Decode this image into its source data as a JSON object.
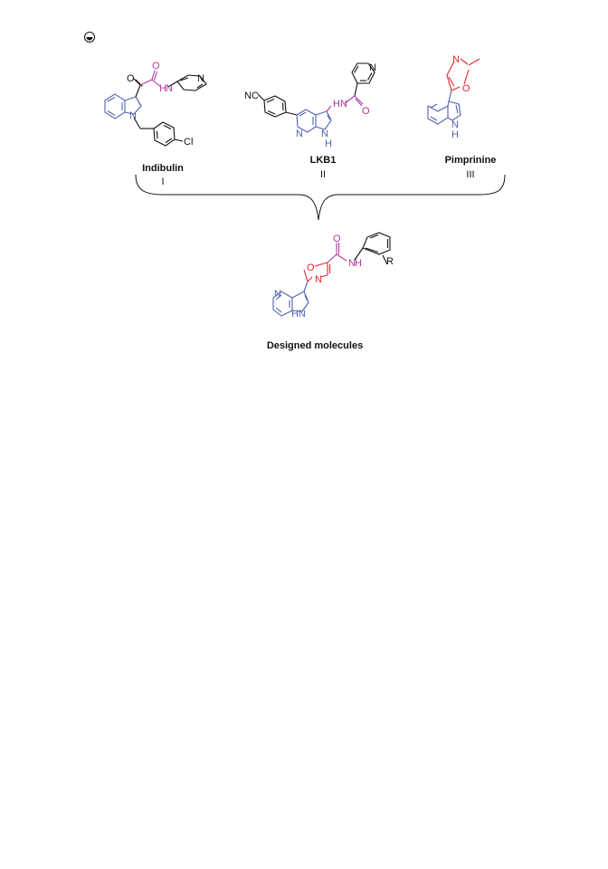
{
  "colors": {
    "indole_blue": "#4f61ad",
    "amide_magenta": "#b0389d",
    "oxazole_red": "#e0242c",
    "black": "#111111"
  },
  "icon": "copyright-like-circle-icon",
  "compounds": [
    {
      "name": "Indibulin",
      "number": "I",
      "atoms": {
        "O_ketone": "O",
        "O_amide": "O",
        "NH": "H",
        "N_amide": "N",
        "N_pyridine": "N",
        "N_indole": "N",
        "Cl": "Cl"
      }
    },
    {
      "name": "LKB1",
      "number": "II",
      "atoms": {
        "N_pyridine": "N",
        "NH": "HN",
        "O_amide": "O",
        "NC": "NC",
        "N_ring": "N",
        "N_pyrrole": "N",
        "H": "H"
      }
    },
    {
      "name": "Pimprinine",
      "number": "III",
      "atoms": {
        "N_oxazole": "N",
        "O_oxazole": "O",
        "N_indole": "N",
        "H": "H"
      }
    }
  ],
  "designed": {
    "name": "Designed molecules",
    "atoms": {
      "O_amide": "O",
      "N_amide": "N",
      "H": "H",
      "R": "R",
      "O_oxazole": "O",
      "N_oxazole": "N",
      "N_pyridine": "N",
      "N_pyrrole": "N",
      "H_pyrrole": "H"
    }
  }
}
